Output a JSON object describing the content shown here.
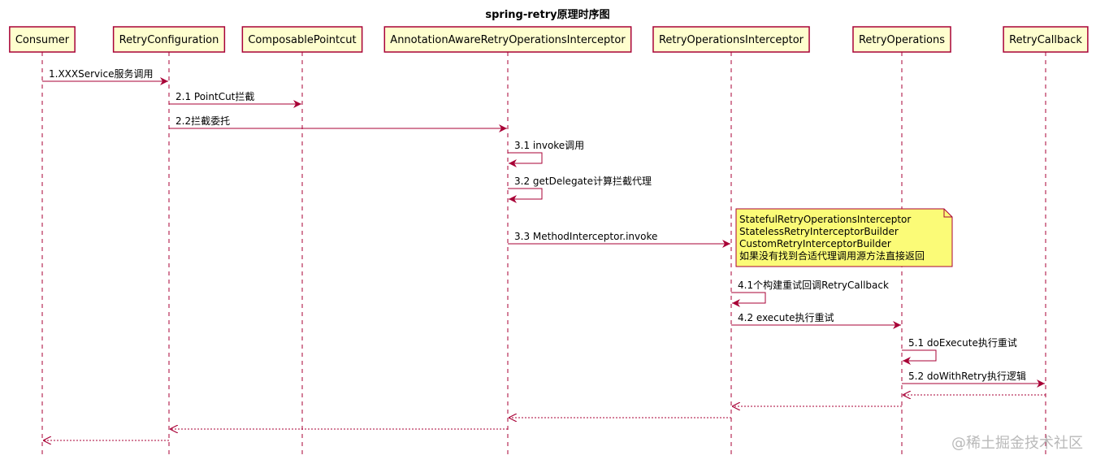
{
  "title": "spring-retry原理时序图",
  "participants": [
    {
      "id": "consumer",
      "label": "Consumer"
    },
    {
      "id": "retry_configuration",
      "label": "RetryConfiguration"
    },
    {
      "id": "composable_pointcut",
      "label": "ComposablePointcut"
    },
    {
      "id": "annotation_interceptor",
      "label": "AnnotationAwareRetryOperationsInterceptor"
    },
    {
      "id": "retry_ops_interceptor",
      "label": "RetryOperationsInterceptor"
    },
    {
      "id": "retry_operations",
      "label": "RetryOperations"
    },
    {
      "id": "retry_callback",
      "label": "RetryCallback"
    }
  ],
  "messages": [
    {
      "from": 0,
      "to": 1,
      "label": "1.XXXService服务调用",
      "style": "solid"
    },
    {
      "from": 1,
      "to": 2,
      "label": "2.1 PointCut拦截",
      "style": "solid"
    },
    {
      "from": 1,
      "to": 3,
      "label": "2.2拦截委托",
      "style": "solid"
    },
    {
      "from": 3,
      "to": 3,
      "label": "3.1 invoke调用",
      "style": "solid"
    },
    {
      "from": 3,
      "to": 3,
      "label": "3.2 getDelegate计算拦截代理",
      "style": "solid"
    },
    {
      "from": 3,
      "to": 4,
      "label": "3.3 MethodInterceptor.invoke",
      "style": "solid"
    },
    {
      "from": 4,
      "to": 4,
      "label": "4.1个构建重试回调RetryCallback",
      "style": "solid"
    },
    {
      "from": 4,
      "to": 5,
      "label": "4.2 execute执行重试",
      "style": "solid"
    },
    {
      "from": 5,
      "to": 5,
      "label": "5.1 doExecute执行重试",
      "style": "solid"
    },
    {
      "from": 5,
      "to": 6,
      "label": "5.2 doWithRetry执行逻辑",
      "style": "solid"
    },
    {
      "from": 6,
      "to": 5,
      "label": "",
      "style": "dashed"
    },
    {
      "from": 5,
      "to": 4,
      "label": "",
      "style": "dashed"
    },
    {
      "from": 4,
      "to": 3,
      "label": "",
      "style": "dashed"
    },
    {
      "from": 3,
      "to": 1,
      "label": "",
      "style": "dashed"
    },
    {
      "from": 1,
      "to": 0,
      "label": "",
      "style": "dashed"
    }
  ],
  "note": {
    "lines": [
      "StatefulRetryOperationsInterceptor",
      "StatelessRetryInterceptorBuilder",
      "CustomRetryInterceptorBuilder",
      "如果没有找到合适代理调用源方法直接返回"
    ]
  },
  "watermark": "@稀土掘金技术社区",
  "colors": {
    "participant_fill": "#FEFECE",
    "border": "#A80036",
    "note_fill": "#FBFB77",
    "watermark": "#b9b9b9"
  }
}
